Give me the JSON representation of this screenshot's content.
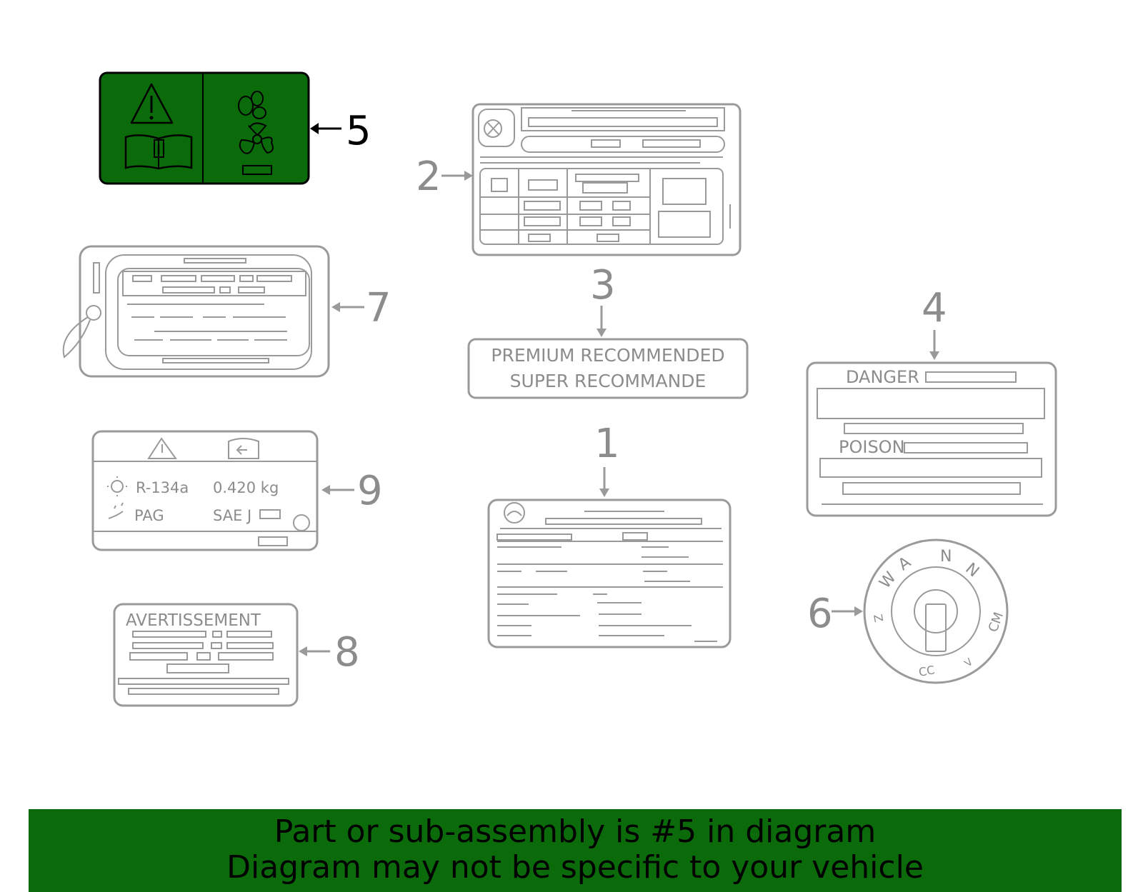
{
  "callouts": {
    "c1": "1",
    "c2": "2",
    "c3": "3",
    "c4": "4",
    "c5": "5",
    "c6": "6",
    "c7": "7",
    "c8": "8",
    "c9": "9"
  },
  "label3": {
    "line1": "PREMIUM  RECOMMENDED",
    "line2": "SUPER  RECOMMANDE"
  },
  "label4": {
    "danger": "DANGER",
    "poison": "POISON"
  },
  "label8": {
    "title": "AVERTISSEMENT"
  },
  "label9": {
    "refrigerant": "R-134a",
    "amount": "0.420 kg",
    "oil": "PAG",
    "sae": "SAE J"
  },
  "label6": {
    "letters": [
      "N",
      "N",
      "W",
      "A",
      "CM",
      "Z",
      "CC",
      "V"
    ]
  },
  "banner": {
    "line1": "Part or sub-assembly is #5 in diagram",
    "line2": "Diagram may not be specific to your vehicle"
  },
  "colors": {
    "highlight": "#0b6b0b",
    "linework": "#9a9a9a",
    "selected_callout": "#000000"
  }
}
